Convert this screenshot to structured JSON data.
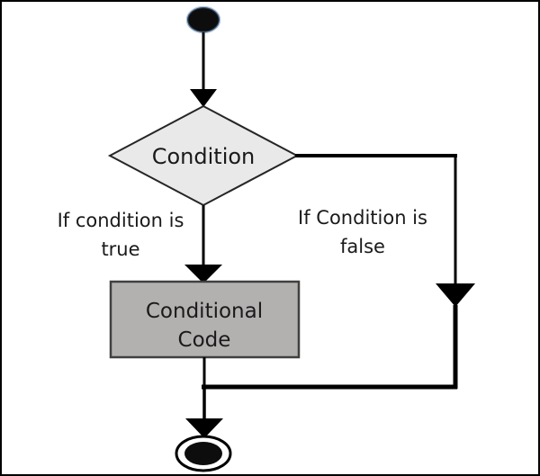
{
  "diagram": {
    "type": "flowchart",
    "nodes": {
      "condition": {
        "label": "Condition"
      },
      "conditional_code": {
        "lines": [
          "Conditional",
          "Code"
        ]
      }
    },
    "labels": {
      "true_branch": {
        "lines": [
          "If condition is",
          "true"
        ]
      },
      "false_branch": {
        "lines": [
          "If Condition is",
          "false"
        ]
      }
    },
    "colors": {
      "background": "#ffffff",
      "frame_border": "#000000",
      "line": "#000000",
      "text": "#1a1a1a",
      "diamond_fill": "#e9e9e9",
      "diamond_stroke": "#262626",
      "rect_fill": "#b3b0b0",
      "rect_stroke": "#404040",
      "terminal_fill": "#0d0d0d",
      "end_ring_fill": "#ffffff",
      "start_halo": "#5b87b8"
    }
  }
}
